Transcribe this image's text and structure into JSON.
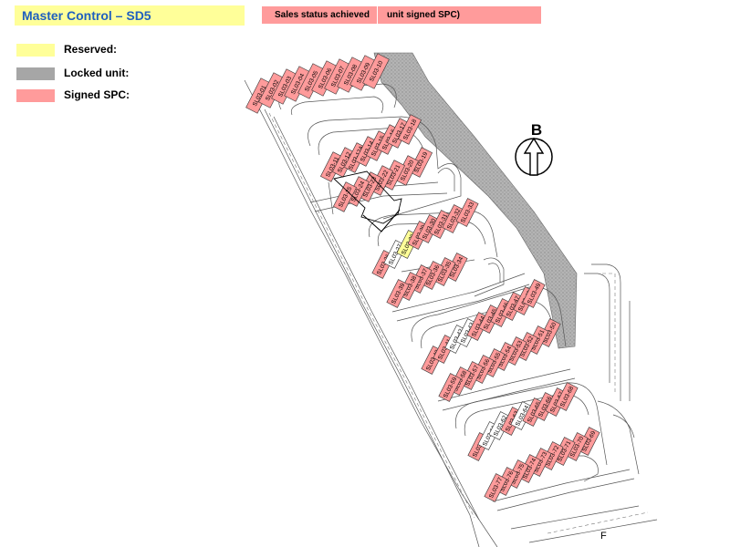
{
  "header": {
    "title": "Master Control – SD5",
    "status_label_1": "Sales status achieved",
    "status_label_2": "unit signed SPC)"
  },
  "legend": {
    "reserved": {
      "label": "Reserved:",
      "color": "#ffff99"
    },
    "locked": {
      "label": "Locked unit:",
      "color": "#a6a6a6"
    },
    "signed": {
      "label": "Signed SPC:",
      "color": "#ff9b9b"
    }
  },
  "compass": {
    "letter": "B"
  },
  "corner_label": "F",
  "lots": [
    {
      "id": "SL03-01",
      "status": "signed"
    },
    {
      "id": "SL03-02",
      "status": "signed"
    },
    {
      "id": "SL03-03",
      "status": "signed"
    },
    {
      "id": "SL03-04",
      "status": "signed"
    },
    {
      "id": "SL03-05",
      "status": "signed"
    },
    {
      "id": "SL03-06",
      "status": "signed"
    },
    {
      "id": "SL03-07",
      "status": "signed"
    },
    {
      "id": "SL03-08",
      "status": "signed"
    },
    {
      "id": "SL03-09",
      "status": "signed"
    },
    {
      "id": "SL03-10",
      "status": "signed"
    },
    {
      "id": "SL03-11",
      "status": "signed"
    },
    {
      "id": "SL03-12",
      "status": "signed"
    },
    {
      "id": "SL03-12A",
      "status": "signed"
    },
    {
      "id": "SL03-14",
      "status": "signed"
    },
    {
      "id": "SL03-15",
      "status": "signed"
    },
    {
      "id": "SL03-16",
      "status": "signed"
    },
    {
      "id": "SL03-17",
      "status": "signed"
    },
    {
      "id": "SL03-18",
      "status": "signed"
    },
    {
      "id": "SL03-19",
      "status": "signed"
    },
    {
      "id": "SL03-20",
      "status": "signed"
    },
    {
      "id": "SL03-21",
      "status": "signed"
    },
    {
      "id": "SL03-22",
      "status": "signed"
    },
    {
      "id": "SL03-23",
      "status": "signed"
    },
    {
      "id": "SL03-24",
      "status": "signed"
    },
    {
      "id": "SL03-25",
      "status": "signed"
    },
    {
      "id": "SL03-26",
      "status": "signed"
    },
    {
      "id": "SL03-27",
      "status": "available"
    },
    {
      "id": "SL03-28",
      "status": "reserved"
    },
    {
      "id": "SL03-29",
      "status": "signed"
    },
    {
      "id": "SL03-30",
      "status": "signed"
    },
    {
      "id": "SL03-31",
      "status": "signed"
    },
    {
      "id": "SL03-32",
      "status": "signed"
    },
    {
      "id": "SL03-33",
      "status": "signed"
    },
    {
      "id": "SL03-34",
      "status": "signed"
    },
    {
      "id": "SL03-35",
      "status": "signed"
    },
    {
      "id": "SL03-36",
      "status": "signed"
    },
    {
      "id": "SL03-37",
      "status": "signed"
    },
    {
      "id": "SL03-38",
      "status": "signed"
    },
    {
      "id": "SL03-39",
      "status": "signed"
    },
    {
      "id": "SL03-40",
      "status": "signed"
    },
    {
      "id": "SL03-41",
      "status": "signed"
    },
    {
      "id": "SL03-42",
      "status": "available"
    },
    {
      "id": "SL03-43",
      "status": "available"
    },
    {
      "id": "SL03-44",
      "status": "signed"
    },
    {
      "id": "SL03-45",
      "status": "signed"
    },
    {
      "id": "SL03-46",
      "status": "signed"
    },
    {
      "id": "SL03-47",
      "status": "signed"
    },
    {
      "id": "SL03-48",
      "status": "signed"
    },
    {
      "id": "SL03-49",
      "status": "signed"
    },
    {
      "id": "SL03-50",
      "status": "signed"
    },
    {
      "id": "SL03-51",
      "status": "signed"
    },
    {
      "id": "SL03-52",
      "status": "signed"
    },
    {
      "id": "SL03-53",
      "status": "signed"
    },
    {
      "id": "SL03-54",
      "status": "signed"
    },
    {
      "id": "SL03-55",
      "status": "signed"
    },
    {
      "id": "SL03-56",
      "status": "signed"
    },
    {
      "id": "SL03-57",
      "status": "signed"
    },
    {
      "id": "SL03-58",
      "status": "signed"
    },
    {
      "id": "SL03-59",
      "status": "signed"
    },
    {
      "id": "SL03-60",
      "status": "signed"
    },
    {
      "id": "SL03-61",
      "status": "available"
    },
    {
      "id": "SL03-62",
      "status": "available"
    },
    {
      "id": "SL03-63",
      "status": "signed"
    },
    {
      "id": "SL03-64",
      "status": "available"
    },
    {
      "id": "SL03-65",
      "status": "signed"
    },
    {
      "id": "SL03-66",
      "status": "signed"
    },
    {
      "id": "SL03-67",
      "status": "signed"
    },
    {
      "id": "SL03-68",
      "status": "signed"
    },
    {
      "id": "SL03-69",
      "status": "signed"
    },
    {
      "id": "SL03-70",
      "status": "signed"
    },
    {
      "id": "SL03-71",
      "status": "signed"
    },
    {
      "id": "SL03-72",
      "status": "signed"
    },
    {
      "id": "SL03-73",
      "status": "signed"
    },
    {
      "id": "SL03-74",
      "status": "signed"
    },
    {
      "id": "SL03-75",
      "status": "signed"
    },
    {
      "id": "SL03-76",
      "status": "signed"
    },
    {
      "id": "SL03-77",
      "status": "signed"
    }
  ]
}
